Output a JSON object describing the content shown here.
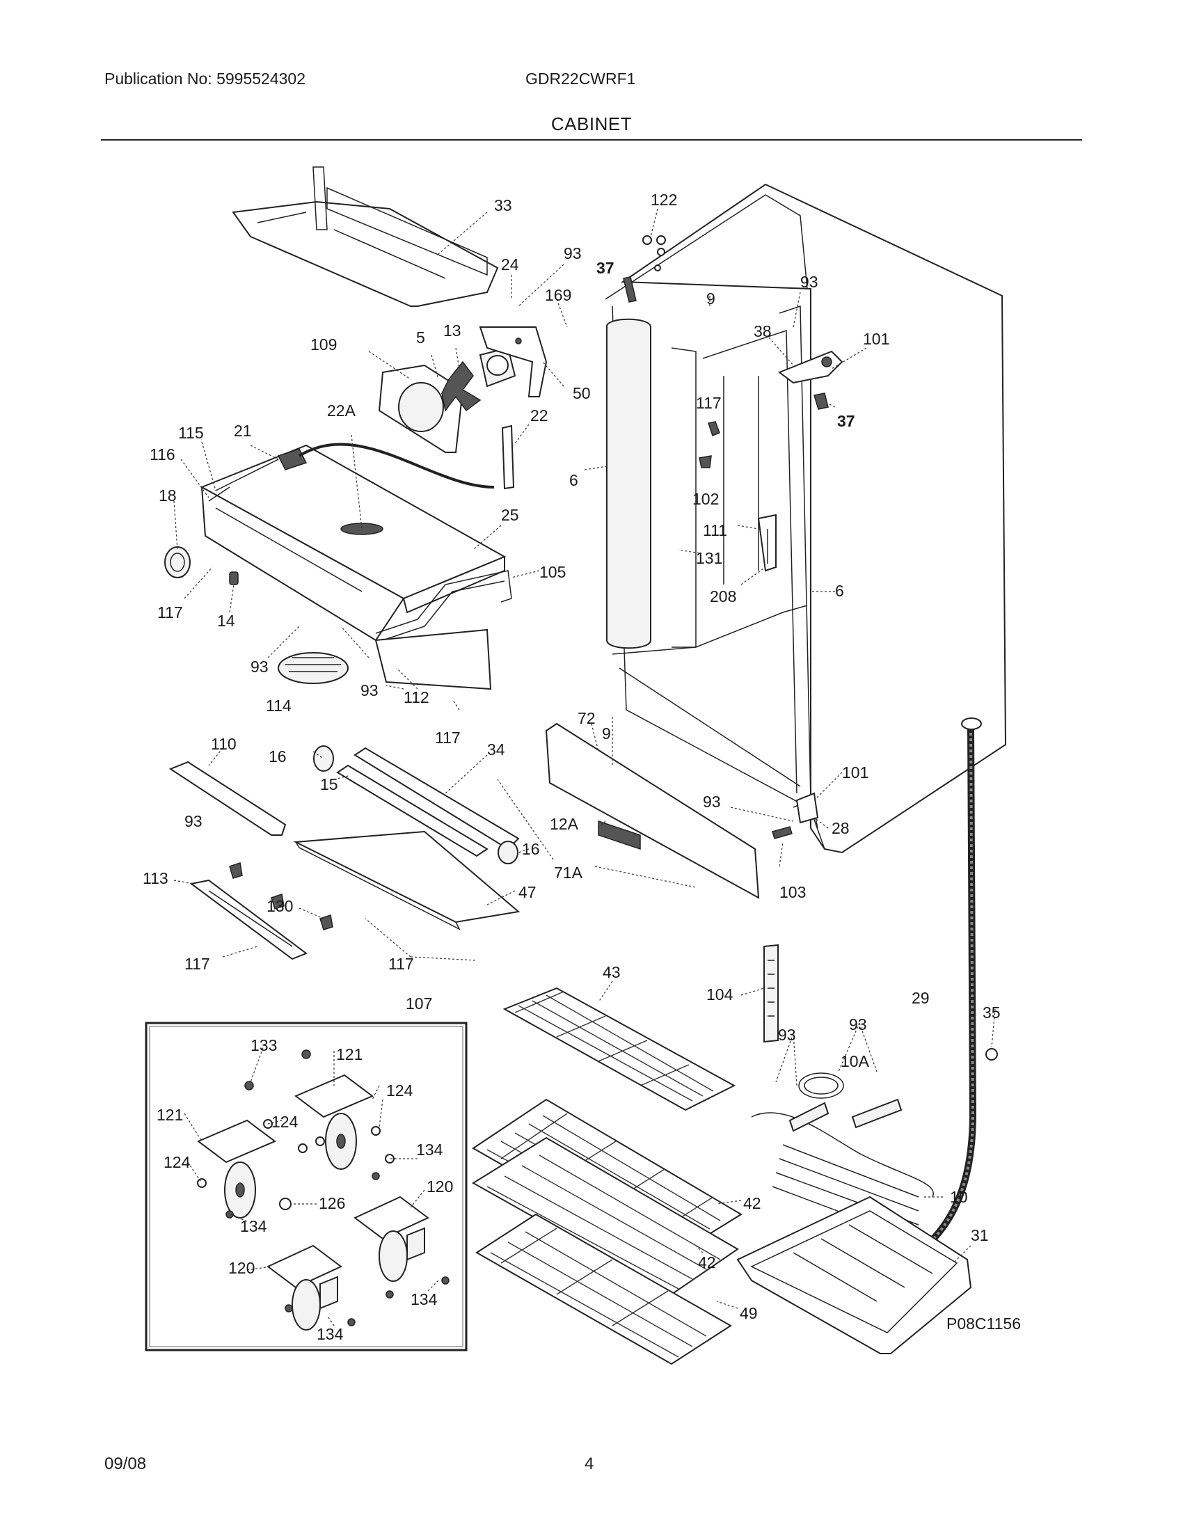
{
  "header": {
    "publication": "Publication No: 5995524302",
    "model": "GDR22CWRF1",
    "section_title": "CABINET"
  },
  "footer": {
    "date": "09/08",
    "page": "4"
  },
  "diagram_code": "P08C1156",
  "callouts": {
    "c33": "33",
    "c24": "24",
    "c93a": "93",
    "c169": "169",
    "c122": "122",
    "c37a": "37",
    "c9a": "9",
    "c93b": "93",
    "c109": "109",
    "c5": "5",
    "c13": "13",
    "c38": "38",
    "c101a": "101",
    "c50": "50",
    "c22A": "22A",
    "c22": "22",
    "c117a": "117",
    "c37b": "37",
    "c115": "115",
    "c21": "21",
    "c116": "116",
    "c6a": "6",
    "c102": "102",
    "c18": "18",
    "c25": "25",
    "c111": "111",
    "c131": "131",
    "c105": "105",
    "c117b": "117",
    "c14": "14",
    "c208": "208",
    "c6b": "6",
    "c93c": "93",
    "c93d": "93",
    "c114": "114",
    "c112": "112",
    "c117c": "117",
    "c72": "72",
    "c9b": "9",
    "c110": "110",
    "c16a": "16",
    "c34": "34",
    "c15": "15",
    "c101b": "101",
    "c93e": "93",
    "c93f": "93",
    "c12A": "12A",
    "c28": "28",
    "c16b": "16",
    "c71A": "71A",
    "c103": "103",
    "c113": "113",
    "c47": "47",
    "c130": "130",
    "c117d": "117",
    "c117e": "117",
    "c43": "43",
    "c107": "107",
    "c104": "104",
    "c29": "29",
    "c35": "35",
    "c93g": "93",
    "c93h": "93",
    "c133": "133",
    "c121a": "121",
    "c10A": "10A",
    "c124a": "124",
    "c121b": "121",
    "c124b": "124",
    "c134a": "134",
    "c124c": "124",
    "c126": "126",
    "c120a": "120",
    "c42a": "42",
    "c10": "10",
    "c134b": "134",
    "c31": "31",
    "c120b": "120",
    "c42b": "42",
    "c134c": "134",
    "c134d": "134",
    "c49": "49"
  }
}
